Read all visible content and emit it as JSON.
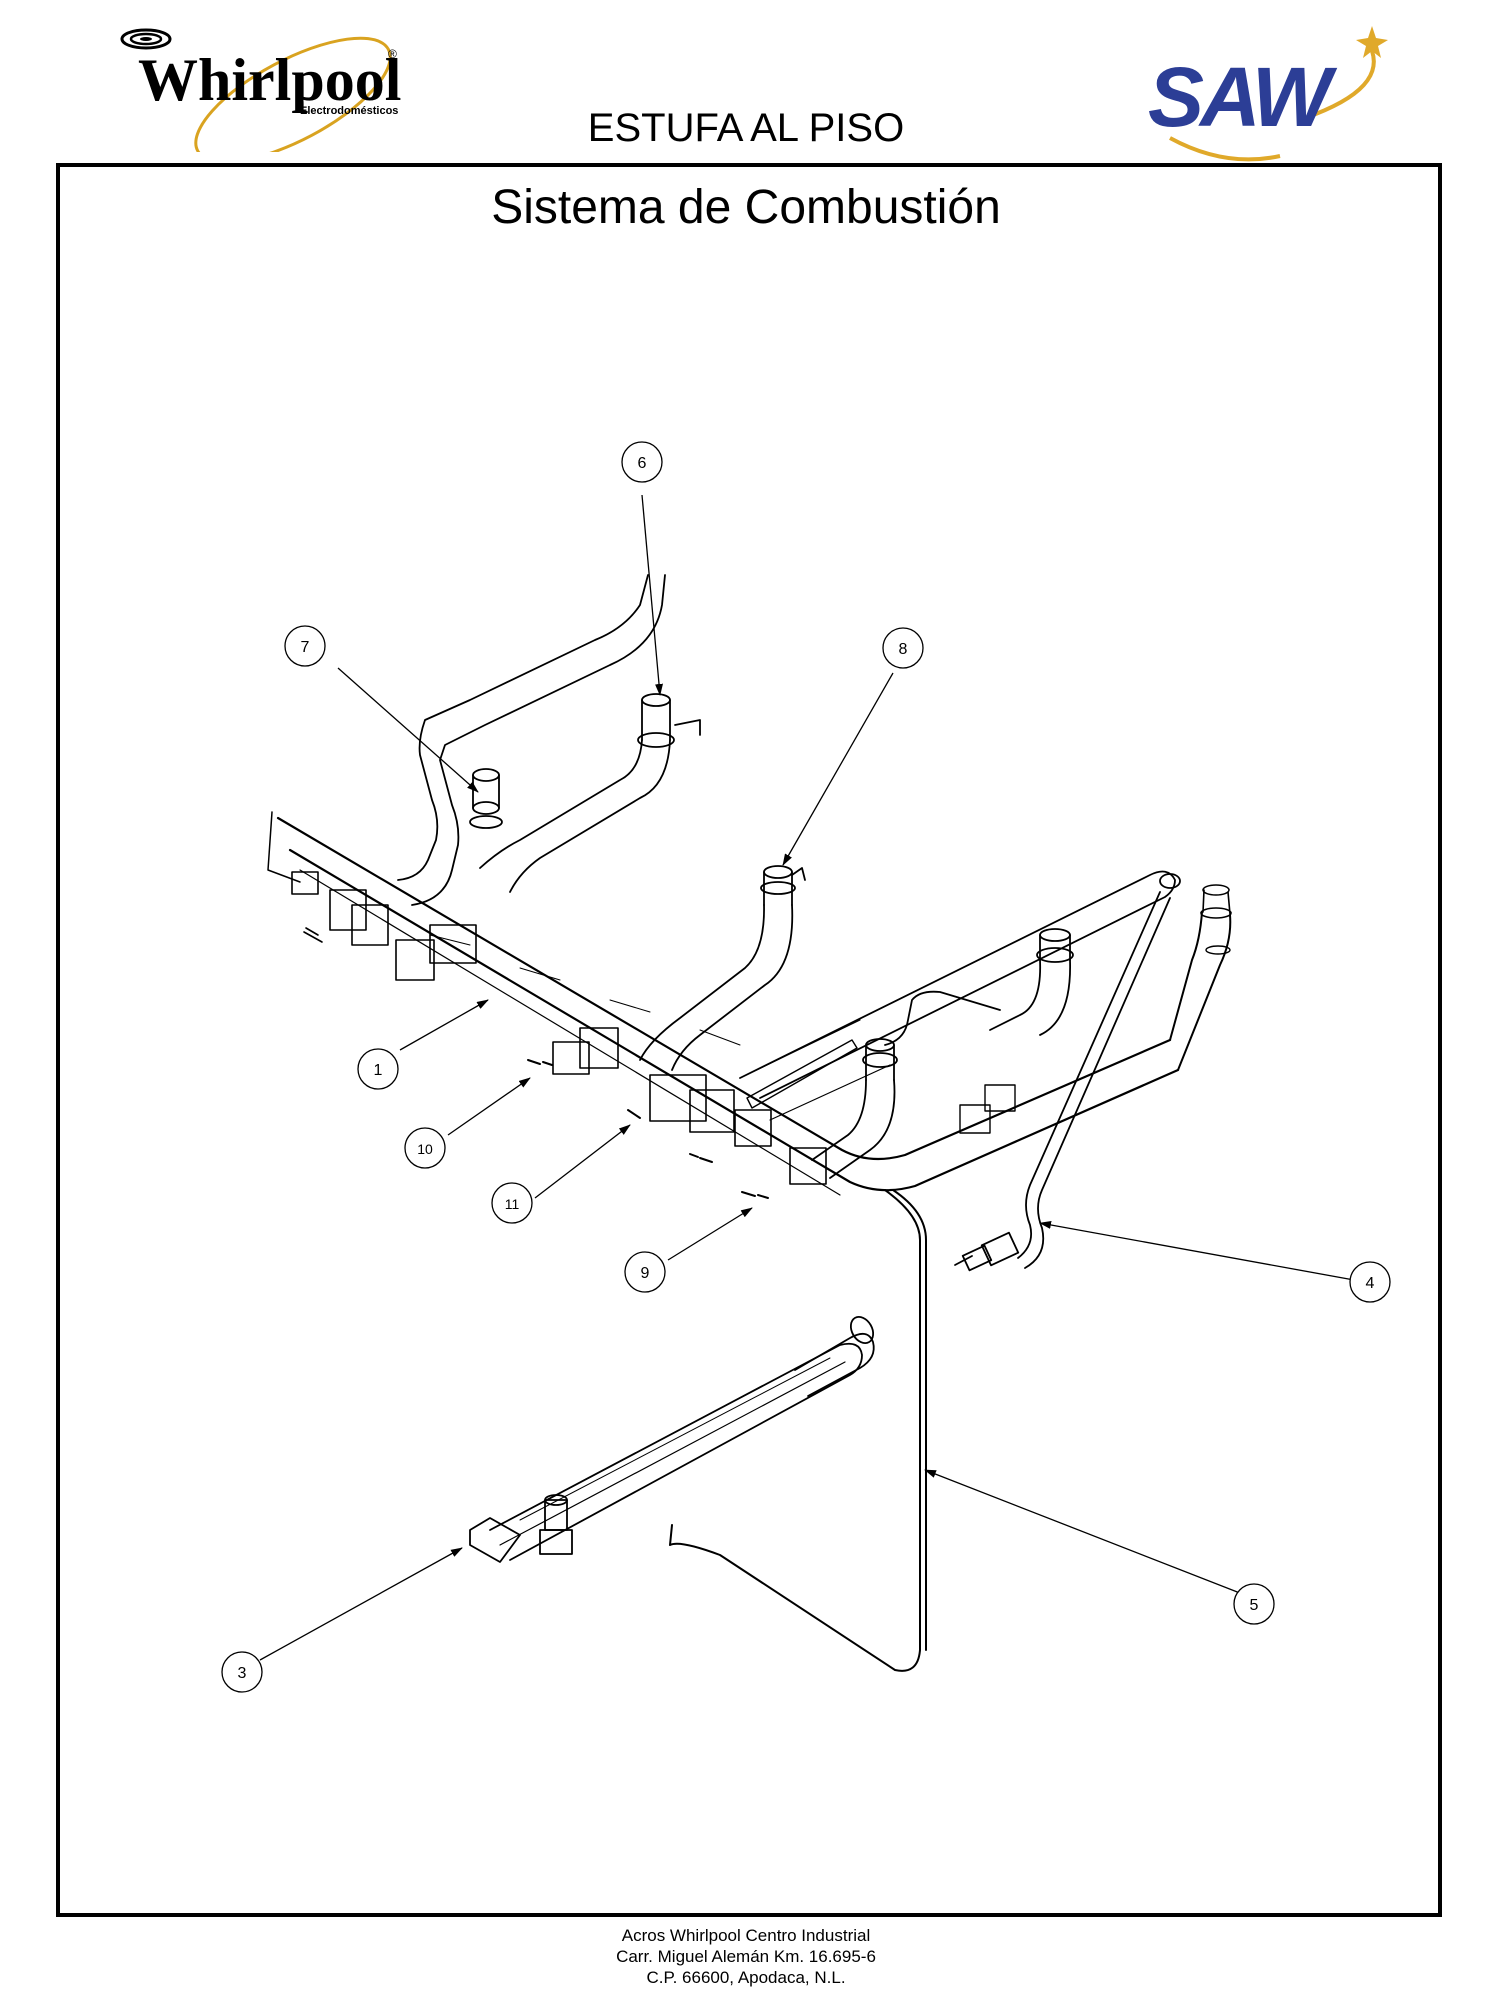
{
  "header": {
    "brand_left": "Whirlpool",
    "brand_left_registered": "®",
    "brand_left_sub": "Electrodomésticos",
    "brand_right": "SAW",
    "title": "ESTUFA AL PISO"
  },
  "diagram": {
    "title": "Sistema de Combustión",
    "callouts": [
      "1",
      "3",
      "4",
      "5",
      "6",
      "7",
      "8",
      "9",
      "10",
      "11"
    ]
  },
  "footer": {
    "line1": "Acros Whirlpool Centro Industrial",
    "line2": "Carr. Miguel Alemán Km. 16.695-6",
    "line3": "C.P. 66600, Apodaca, N.L."
  },
  "colors": {
    "whirlpool_gold": "#d9a320",
    "saw_blue": "#2c3e96",
    "saw_gold": "#e0a92a"
  }
}
